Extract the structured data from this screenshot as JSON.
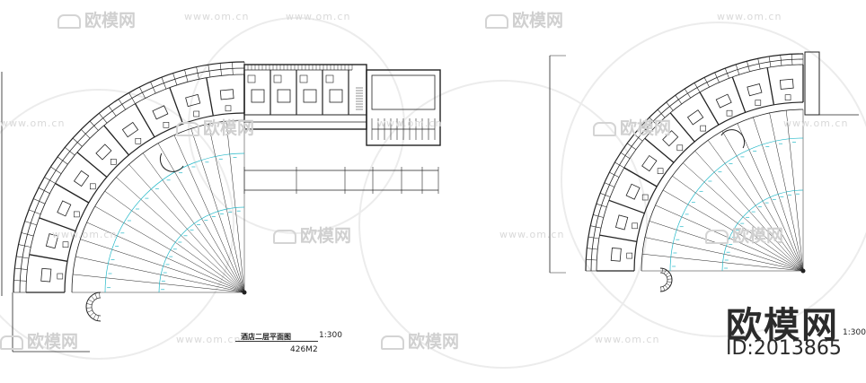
{
  "drawing": {
    "left_plan": {
      "title": "酒店二层平面图",
      "scale": "1:300",
      "area": "426M2"
    },
    "right_plan": {
      "scale": "1:300"
    }
  },
  "watermark": {
    "logo_text": "欧模网",
    "url_text": "www.om.cn"
  },
  "brand": {
    "title": "欧模网",
    "id": "ID:2013865"
  },
  "colors": {
    "line": "#222222",
    "dim_cyan": "#22b8c8",
    "watermark": "#d6d6d6"
  }
}
